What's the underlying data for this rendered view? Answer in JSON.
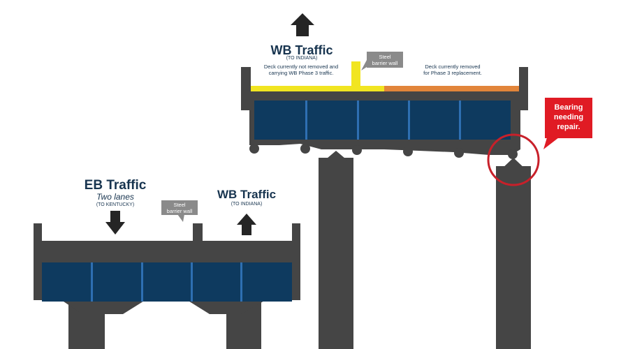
{
  "colors": {
    "structure": "#454545",
    "girder": "#0e3a5f",
    "girder_divider": "#2e6fb2",
    "heading": "#17344f",
    "deck_kept": "#f1e521",
    "deck_removed": "#e2853a",
    "callout_box": "#e01b24",
    "callout_ring": "#c8202a",
    "label_box": "#8a8a8a",
    "arrow": "#252525"
  },
  "icons": {
    "direction_arrow": "arrow-icon"
  },
  "eb_bridge": {
    "eb_heading": "EB Traffic",
    "eb_subheading": "Two lanes",
    "eb_destination": "(TO KENTUCKY)",
    "wb_heading": "WB Traffic",
    "wb_destination": "(TO INDIANA)",
    "barrier_label_line1": "Steel",
    "barrier_label_line2": "barrier wall"
  },
  "wb_bridge": {
    "heading": "WB Traffic",
    "destination": "(TO INDIANA)",
    "barrier_label_line1": "Steel",
    "barrier_label_line2": "barrier wall",
    "deck_kept_note_line1": "Deck currently not removed and",
    "deck_kept_note_line2": "carrying WB Phase 3 traffic.",
    "deck_removed_note_line1": "Deck currently removed",
    "deck_removed_note_line2": "for Phase 3 replacement."
  },
  "callout": {
    "line1": "Bearing",
    "line2": "needing",
    "line3": "repair."
  }
}
